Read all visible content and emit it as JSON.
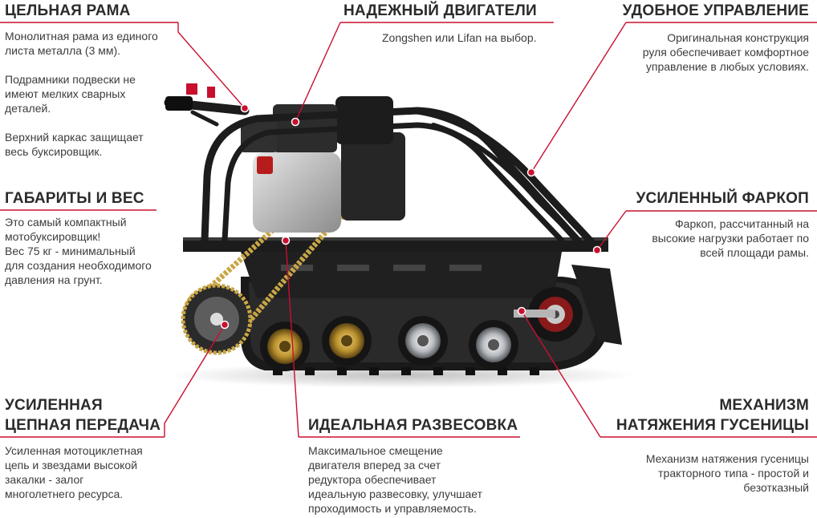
{
  "callouts": {
    "frame": {
      "title": "ЦЕЛЬНАЯ РАМА",
      "text": "Монолитная рама из единого\nлиста металла (3 мм).\n\nПодрамники подвески не\nимеют мелких сварных\nдеталей.\n\nВерхний каркас защищает\nвесь буксировщик."
    },
    "engine": {
      "title": "НАДЕЖНЫЙ ДВИГАТЕЛИ",
      "text": "Zongshen или Lifan на выбор."
    },
    "control": {
      "title": "УДОБНОЕ УПРАВЛЕНИЕ",
      "text": "Оригинальная конструкция\nруля обеспечивает комфортное\nуправление в любых условиях."
    },
    "size": {
      "title": "ГАБАРИТЫ И ВЕС",
      "text": "Это самый компактный\nмотобуксировщик!\nВес 75 кг - минимальный\nдля создания необходимого\nдавления на грунт."
    },
    "hitch": {
      "title": "УСИЛЕННЫЙ ФАРКОП",
      "text": "Фаркоп, рассчитанный на\nвысокие нагрузки работает по\nвсей площади рамы."
    },
    "chain": {
      "title_line1": "УСИЛЕННАЯ",
      "title_line2": "ЦЕПНАЯ ПЕРЕДАЧА",
      "text": "Усиленная мотоциклетная\nцепь  и звездами высокой\nзакалки - залог\nмноголетнего ресурса."
    },
    "balance": {
      "title": "ИДЕАЛЬНАЯ РАЗВЕСОВКА",
      "text": "Максимальное смещение\nдвигателя вперед  за счет\nредуктора обеспечивает\nидеальную развесовку, улучшает\nпроходимость и управляемость."
    },
    "tension": {
      "title_line1": "МЕХАНИЗМ",
      "title_line2": "НАТЯЖЕНИЯ ГУСЕНИЦЫ",
      "text": "Механизм натяжения гусеницы\nтракторного типа - простой и\nбезотказный"
    }
  },
  "colors": {
    "accent": "#c8102e",
    "text": "#3c3c3c",
    "title": "#2b2b2b",
    "frame": "#1c1c1c",
    "chain": "#c9a646"
  },
  "icons": {
    "marker": "red-dot-marker"
  }
}
